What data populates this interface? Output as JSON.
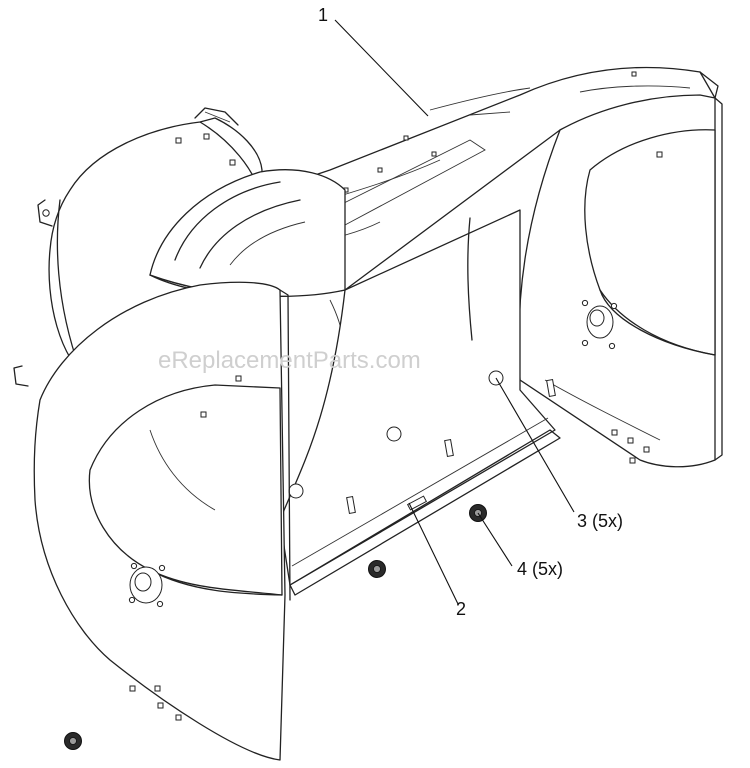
{
  "callouts": {
    "c1": "1",
    "c2": "2",
    "c3": "3 (5x)",
    "c4": "4 (5x)"
  },
  "watermark": "eReplacementParts.com"
}
